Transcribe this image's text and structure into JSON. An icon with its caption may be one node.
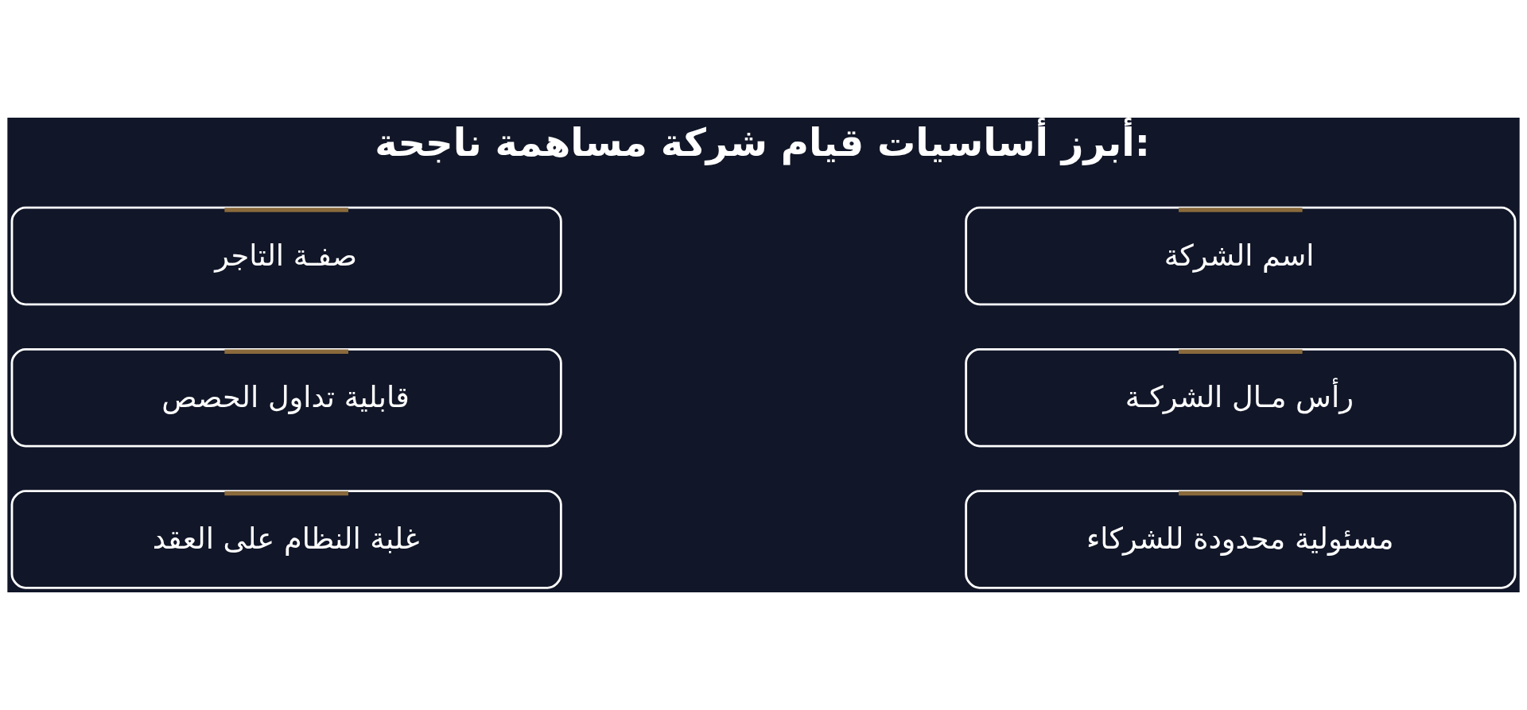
{
  "diagram": {
    "title": "أبرز أساسيات قيام شركة مساهمة ناجحة:",
    "nodes": [
      {
        "text": [
          "اسم الشركة"
        ]
      },
      {
        "text": [
          "صفـة التاجر"
        ]
      },
      {
        "text": [
          "رأس مـال الشركـة"
        ]
      },
      {
        "text": [
          "قابلية تداول الحصص"
        ]
      },
      {
        "text": [
          "مسئولية محدودة للشركاء"
        ]
      },
      {
        "text": [
          "غلبة النظام على العقد"
        ]
      }
    ]
  }
}
